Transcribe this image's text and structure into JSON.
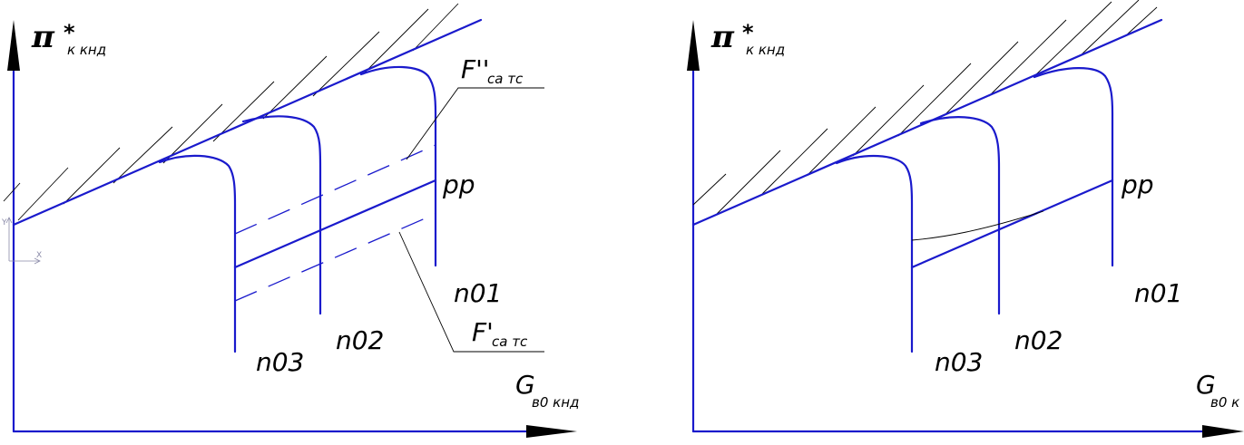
{
  "left_diagram": {
    "y_axis_main": "π",
    "y_axis_star": "*",
    "y_axis_sub": "к кнд",
    "x_axis_main": "G",
    "x_axis_sub": "в0 кнд",
    "speed_lines": [
      "n03",
      "n02",
      "n01"
    ],
    "operating_line": "рр",
    "upper_limit_main": "F''",
    "upper_limit_sub": "са тс",
    "lower_limit_main": "F'",
    "lower_limit_sub": "са тс",
    "origin_x": "X",
    "origin_y": "Y"
  },
  "right_diagram": {
    "y_axis_main": "π",
    "y_axis_star": "*",
    "y_axis_sub": "к кнд",
    "x_axis_main": "G",
    "x_axis_sub": "в0 к",
    "speed_lines": [
      "n03",
      "n02",
      "n01"
    ],
    "operating_line": "рр"
  },
  "colors": {
    "curve": "#1a1acc",
    "axis": "#1a1acc",
    "leader": "#000000"
  }
}
